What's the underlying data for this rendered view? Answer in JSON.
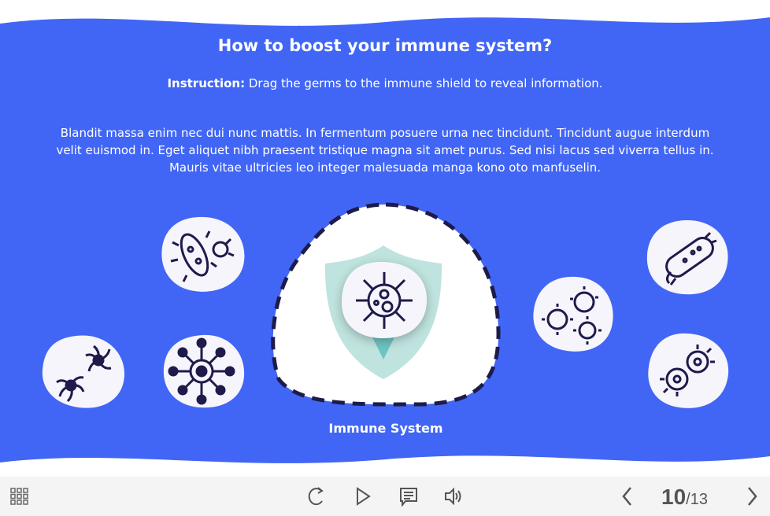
{
  "title": "How to boost your immune system?",
  "instruction": {
    "label": "Instruction:",
    "text": " Drag the germs to the immune shield to reveal information."
  },
  "body_text": "Blandit massa enim nec dui nunc mattis. In fermentum posuere urna nec tincidunt. Tincidunt augue interdum velit euismod in. Eget aliquet nibh praesent tristique magna sit amet purus. Sed nisi lacus sed viverra tellus in. Mauris vitae ultricies leo integer malesuada manga kono oto manfuselin.",
  "drop_zone_label": "Immune System",
  "colors": {
    "background": "#4166f5",
    "germ_bg": "#f7f5fc",
    "icon": "#1e1b4b",
    "shield": "#bfe3df"
  },
  "player": {
    "current_page": "10",
    "total_pages": "/13"
  }
}
